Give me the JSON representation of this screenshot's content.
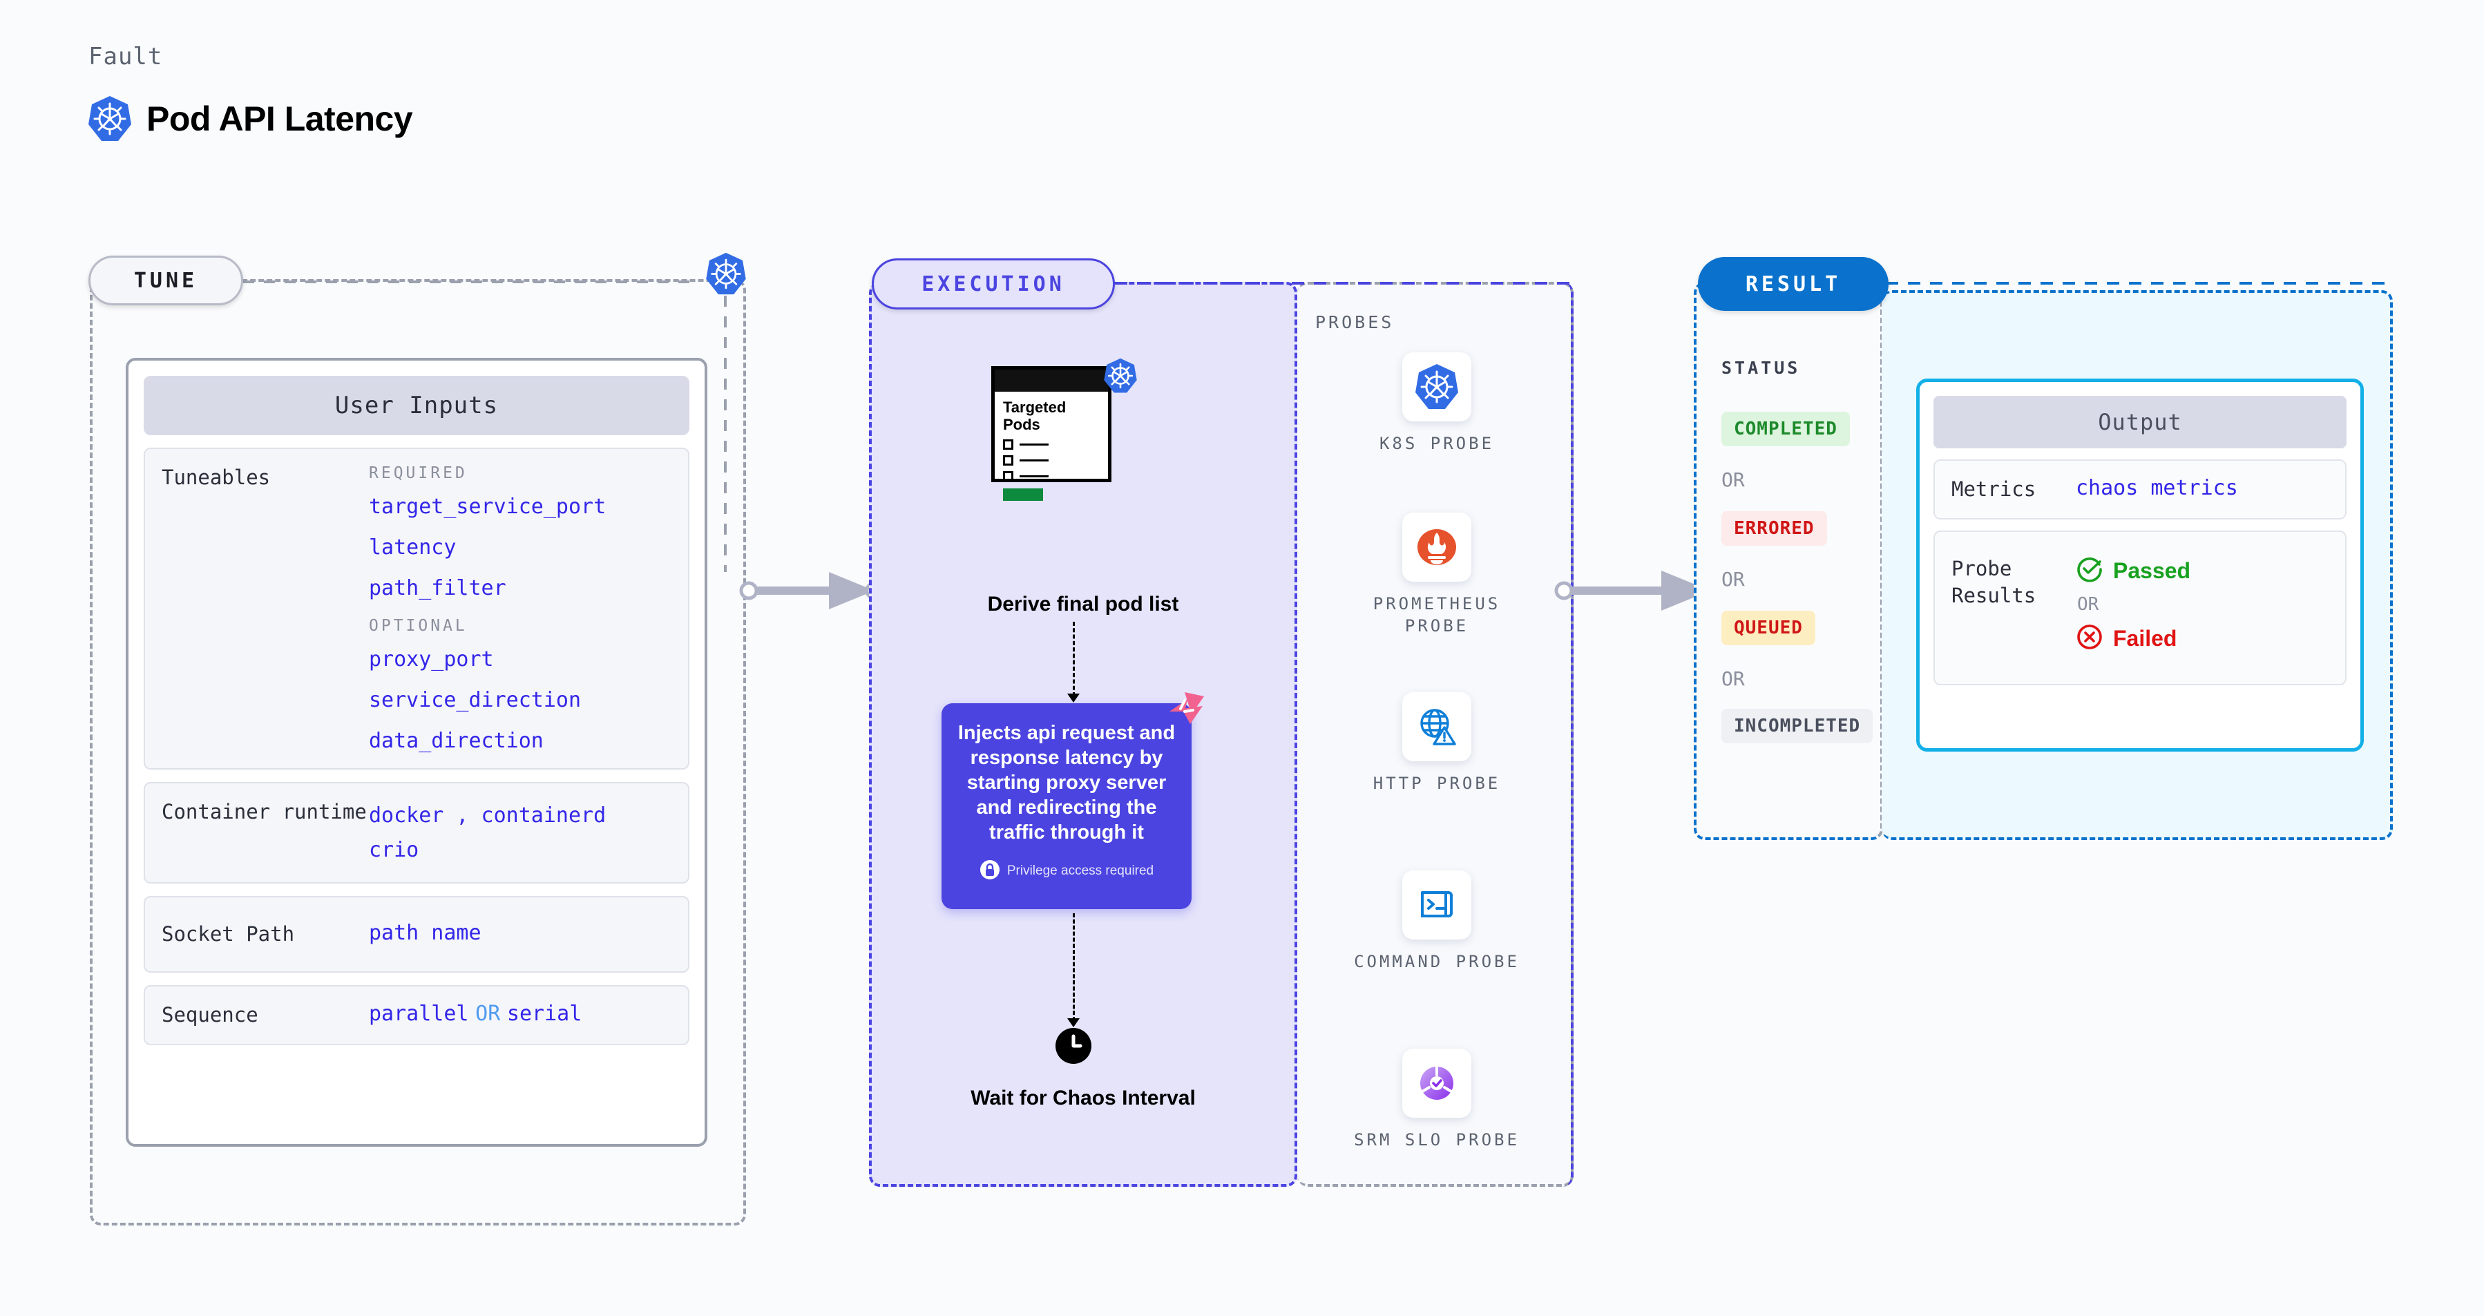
{
  "header": {
    "fault_label": "Fault",
    "title": "Pod API Latency",
    "logo_icon": "kubernetes-icon"
  },
  "tune": {
    "pill_label": "TUNE",
    "card_title": "User Inputs",
    "rows": [
      {
        "label": "Tuneables",
        "groups": [
          {
            "name": "REQUIRED",
            "items": [
              "target_service_port",
              "latency",
              "path_filter"
            ]
          },
          {
            "name": "OPTIONAL",
            "items": [
              "proxy_port",
              "service_direction",
              "data_direction"
            ]
          }
        ]
      },
      {
        "label": "Container runtime",
        "values_line1": "docker , containerd",
        "values_line2": "crio"
      },
      {
        "label": "Socket Path",
        "value": "path name"
      },
      {
        "label": "Sequence",
        "value_a": "parallel",
        "value_or": "OR",
        "value_b": "serial"
      }
    ]
  },
  "execution": {
    "pill_label": "EXECUTION",
    "targeted_card": {
      "title": "Targeted Pods",
      "k8s_badge": "kubernetes-icon",
      "checkbox_rows": 3
    },
    "derive_caption": "Derive final pod list",
    "inject_box": {
      "text": "Injects api request and response latency by starting proxy server and redirecting the traffic through it",
      "privilege_note": "Privilege access required",
      "privilege_icon": "lock-icon",
      "corner_badge": "litmuschaos-icon",
      "color": "#4b44e0"
    },
    "wait_caption": "Wait for Chaos Interval",
    "wait_icon": "clock-icon"
  },
  "probes": {
    "section_label": "PROBES",
    "items": [
      {
        "name": "K8S PROBE",
        "icon": "kubernetes-icon"
      },
      {
        "name": "PROMETHEUS PROBE",
        "icon": "prometheus-icon"
      },
      {
        "name": "HTTP PROBE",
        "icon": "globe-warning-icon"
      },
      {
        "name": "COMMAND PROBE",
        "icon": "terminal-icon"
      },
      {
        "name": "SRM SLO PROBE",
        "icon": "srm-slo-icon"
      }
    ]
  },
  "result": {
    "pill_label": "RESULT",
    "status_label": "STATUS",
    "or_label": "OR",
    "statuses": [
      {
        "label": "COMPLETED",
        "text_color": "#1d8a2b",
        "bg_color": "#ddf5de"
      },
      {
        "label": "ERRORED",
        "text_color": "#d01616",
        "bg_color": "#fdeaea"
      },
      {
        "label": "QUEUED",
        "text_color": "#d01616",
        "bg_color": "#fdeec2"
      },
      {
        "label": "INCOMPLETED",
        "text_color": "#4a4f5e",
        "bg_color": "#eef0f4"
      }
    ],
    "output": {
      "title": "Output",
      "metrics_label": "Metrics",
      "metrics_value": "chaos metrics",
      "probe_results_label": "Probe Results",
      "passed_label": "Passed",
      "passed_icon": "check-circle-icon",
      "passed_color": "#19a120",
      "or_label": "OR",
      "failed_label": "Failed",
      "failed_icon": "x-circle-icon",
      "failed_color": "#e01414"
    }
  }
}
